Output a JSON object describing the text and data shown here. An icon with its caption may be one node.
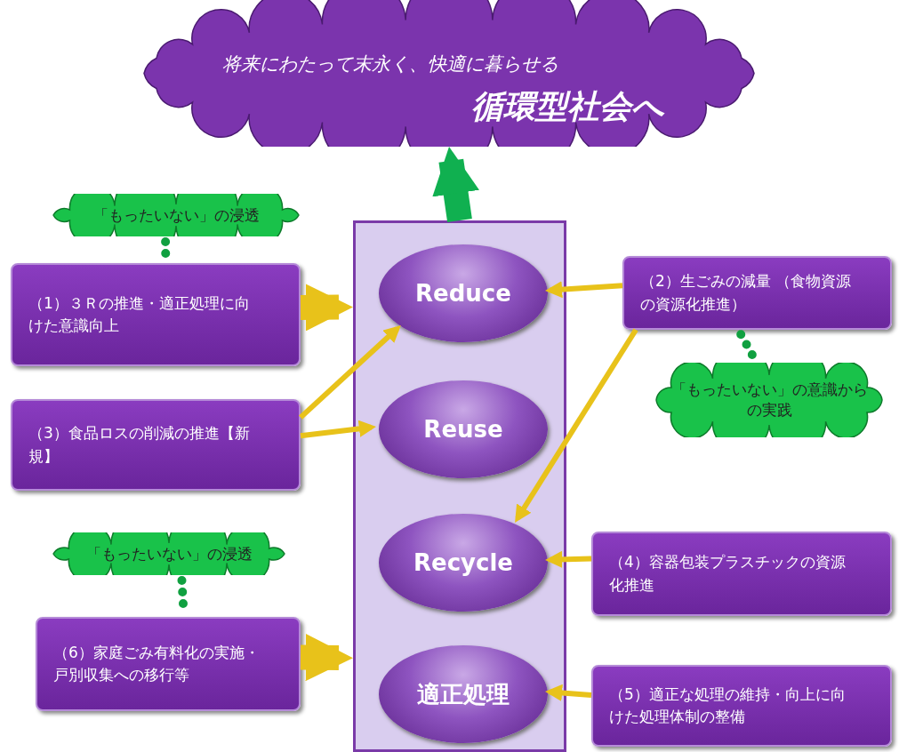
{
  "diagram": {
    "nodes": [
      {
        "text": [
          "将来にわたって末永く、快適に暮らせる",
          "循環型社会へ"
        ]
      },
      {
        "text": [],
        "shape": "box"
      },
      {
        "text": [
          "Reduce"
        ],
        "in": 1
      },
      {
        "text": [
          "Reuse"
        ],
        "in": 1
      },
      {
        "text": [
          "Recycle"
        ],
        "in": 1
      },
      {
        "text": [
          "適正処理"
        ],
        "in": 1
      },
      {
        "text": [
          "「もったいない」の浸透"
        ]
      },
      {
        "text": [
          "（1）３Ｒの推進・適正処理に向けた意識向上"
        ]
      },
      {
        "text": [
          "（2）生ごみの減量 （食物資源の資源化推進）"
        ]
      },
      {
        "text": [
          "「もったいない」の意識からの実践"
        ]
      },
      {
        "text": [
          "（3）食品ロスの削減の推進【新規】"
        ]
      },
      {
        "text": [
          "「もったいない」の浸透"
        ]
      },
      {
        "text": [
          "（4）容器包装プラスチックの資源化推進"
        ]
      },
      {
        "text": [
          "（6）家庭ごみ有料化の実施・戸別収集への移行等"
        ]
      },
      {
        "text": [
          "（5）適正な処理の維持・向上に向けた処理体制の整備"
        ]
      }
    ],
    "edges": [
      {
        "from": 1,
        "to": 0,
        "arrow": "to",
        "style": "thick",
        "color": "#10b050"
      },
      {
        "from": 7,
        "to": 1,
        "arrow": "to",
        "style": "thick"
      },
      {
        "from": 8,
        "to": 2,
        "arrow": "to"
      },
      {
        "from": 8,
        "to": 4,
        "arrow": "to"
      },
      {
        "from": 10,
        "to": 2,
        "arrow": "to"
      },
      {
        "from": 10,
        "to": 3,
        "arrow": "to"
      },
      {
        "from": 12,
        "to": 4,
        "arrow": "to"
      },
      {
        "from": 14,
        "to": 5,
        "arrow": "to"
      },
      {
        "from": 13,
        "to": 1,
        "arrow": "to",
        "style": "thick"
      },
      {
        "from": 6,
        "to": 7,
        "arrow": "none",
        "style": "dashed",
        "color": "#10a040"
      },
      {
        "from": 8,
        "to": 9,
        "arrow": "none",
        "style": "dashed",
        "color": "#10a040"
      },
      {
        "from": 11,
        "to": 13,
        "arrow": "none",
        "style": "dashed",
        "color": "#10a040"
      }
    ]
  }
}
